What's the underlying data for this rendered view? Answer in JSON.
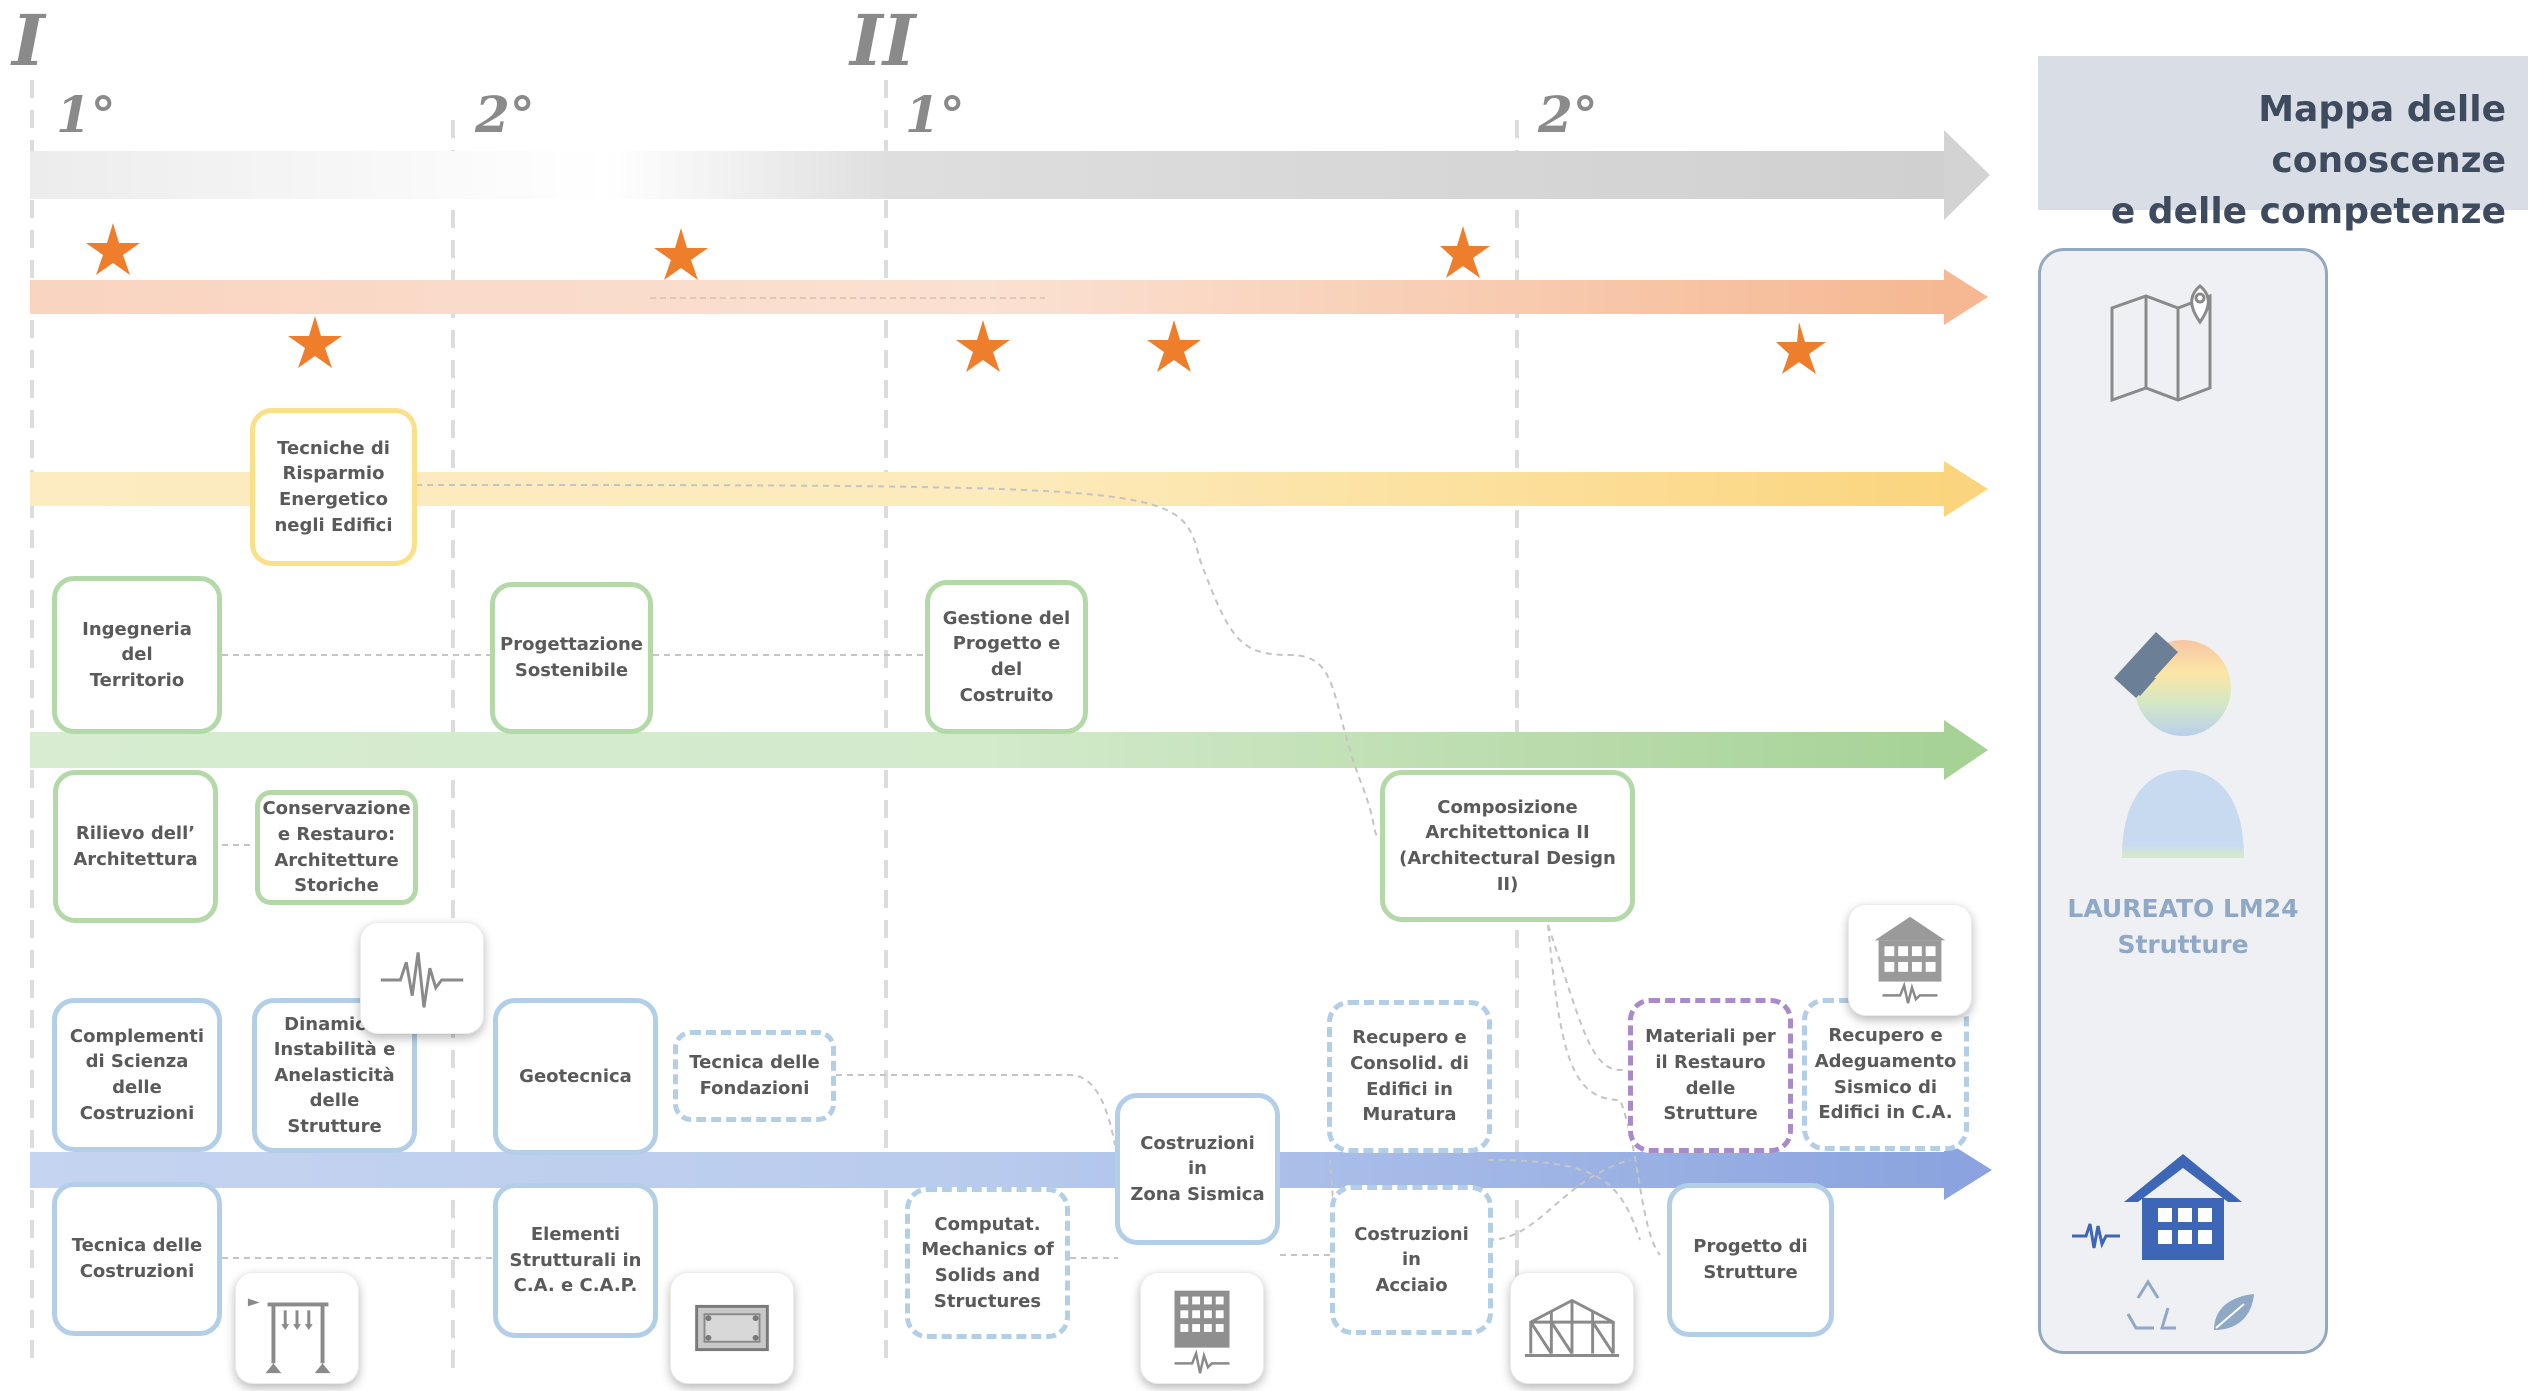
{
  "header": {
    "year_1": "I",
    "year_2": "II",
    "semesters": [
      "1°",
      "2°",
      "1°",
      "2°"
    ]
  },
  "title": {
    "line1": "Mappa delle conoscenze",
    "line2": "e delle competenze"
  },
  "graduate": {
    "line1": "LAUREATO LM24",
    "line2": "Strutture"
  },
  "nodes": {
    "tecniche_risparmio": [
      "Tecniche di",
      "Risparmio",
      "Energetico",
      "negli Edifici"
    ],
    "ingegneria_territorio": [
      "Ingegneria del",
      "Territorio"
    ],
    "progettazione_sostenibile": [
      "Progettazione",
      "Sostenibile"
    ],
    "gestione_progetto": [
      "Gestione del",
      "Progetto e del",
      "Costruito"
    ],
    "rilievo_architettura": [
      "Rilievo dell’",
      "Architettura"
    ],
    "conservazione_restauro": [
      "Conservazione",
      "e Restauro:",
      "Architetture",
      "Storiche"
    ],
    "composizione_architettonica": [
      "Composizione",
      "Architettonica II",
      "(Architectural Design II)"
    ],
    "complementi_scienza": [
      "Complementi",
      "di Scienza",
      "delle",
      "Costruzioni"
    ],
    "dinamica_instabilita": [
      "Dinamica,",
      "Instabilità e",
      "Anelasticità",
      "delle Strutture"
    ],
    "geotecnica": [
      "Geotecnica"
    ],
    "tecnica_fondazioni": [
      "Tecnica delle",
      "Fondazioni"
    ],
    "costruzioni_zona_sismica": [
      "Costruzioni in",
      "Zona Sismica"
    ],
    "recupero_muratura": [
      "Recupero e",
      "Consolid. di",
      "Edifici in",
      "Muratura"
    ],
    "materiali_restauro": [
      "Materiali per",
      "il Restauro",
      "delle Strutture"
    ],
    "recupero_ca": [
      "Recupero e",
      "Adeguamento",
      "Sismico di",
      "Edifici in C.A."
    ],
    "tecnica_costruzioni": [
      "Tecnica delle",
      "Costruzioni"
    ],
    "elementi_strutturali": [
      "Elementi",
      "Strutturali in",
      "C.A. e C.A.P."
    ],
    "computational_mechanics": [
      "Computat.",
      "Mechanics of",
      "Solids and",
      "Structures"
    ],
    "costruzioni_acciaio": [
      "Costruzioni in",
      "Acciaio"
    ],
    "progetto_strutture": [
      "Progetto di",
      "Strutture"
    ]
  },
  "colors": {
    "track_gray": "#d6d6d6",
    "track_orange": "#f5b98e",
    "track_yellow": "#fbd986",
    "track_green": "#a9d49a",
    "track_blue": "#8ba5df",
    "star": "#ee7d2c",
    "accent_navy": "#3e4a5e",
    "icon_blue": "#3d66b6"
  }
}
